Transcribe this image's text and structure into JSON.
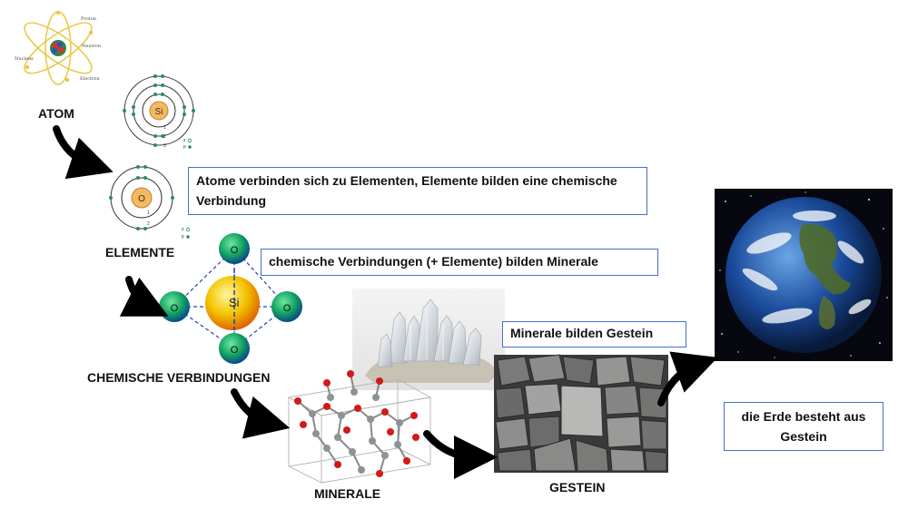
{
  "stages": {
    "atom": "ATOM",
    "elemente": "ELEMENTE",
    "verbindungen": "CHEMISCHE VERBINDUNGEN",
    "minerale": "MINERALE",
    "gestein": "GESTEIN"
  },
  "boxes": {
    "box1": "Atome verbinden sich zu Elementen, Elemente bilden eine chemische Verbindung",
    "box2": "chemische Verbindungen (+ Elemente) bilden Minerale",
    "box3": "Minerale bilden Gestein",
    "box4": "die Erde besteht aus Gestein"
  },
  "atom_model": {
    "labels": [
      "Proton",
      "Neutron",
      "Nucleus",
      "Electron"
    ]
  },
  "si_atom": {
    "symbol": "Si",
    "shell_numbers": [
      "1",
      "2",
      "3"
    ],
    "orbital_legend": [
      "s",
      "p"
    ]
  },
  "o_atom": {
    "symbol": "O",
    "shell_numbers": [
      "1",
      "2"
    ],
    "orbital_legend": [
      "s",
      "p"
    ]
  },
  "tetrahedron": {
    "center": "Si",
    "corners": [
      "O",
      "O",
      "O",
      "O"
    ]
  },
  "colors": {
    "box_border": "#4472c4",
    "arrow": "#000000",
    "atom_orbit": "#e8c840",
    "oxygen": "#1a9b5e",
    "silicon": "#f0b000"
  }
}
